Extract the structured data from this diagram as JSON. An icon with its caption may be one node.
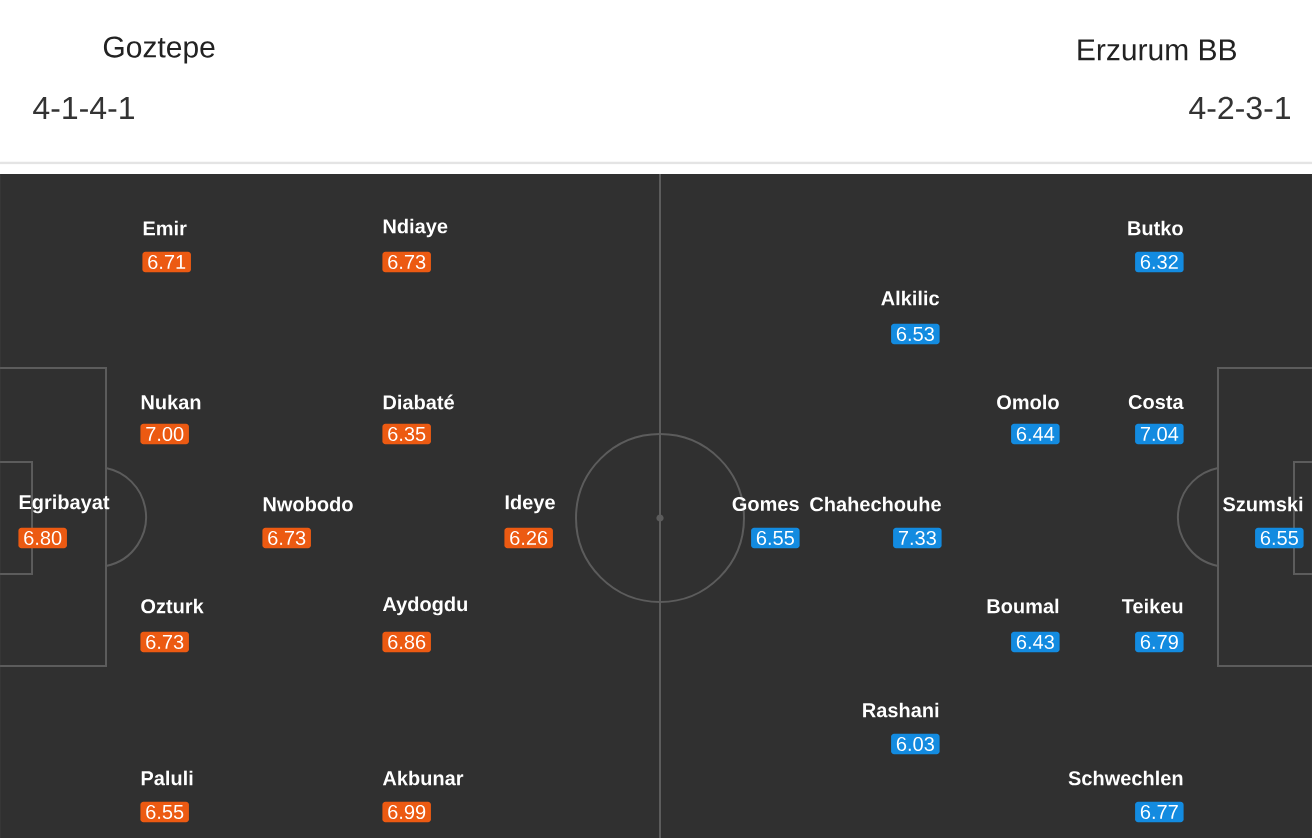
{
  "diagram": {
    "nodes": [
      {
        "text": [
          "Emir",
          "6.71"
        ]
      },
      {
        "text": [
          "Ndiaye",
          "6.73"
        ]
      },
      {
        "text": [
          "Nukan",
          "7.00"
        ]
      },
      {
        "text": [
          "Diabaté",
          "6.35"
        ]
      },
      {
        "text": [
          "Egribayat",
          "6.80"
        ]
      },
      {
        "text": [
          "Nwobodo",
          "6.73"
        ]
      },
      {
        "text": [
          "Ideye",
          "6.26"
        ]
      },
      {
        "text": [
          "Ozturk",
          "6.73"
        ]
      },
      {
        "text": [
          "Aydogdu",
          "6.86"
        ]
      },
      {
        "text": [
          "Paluli",
          "6.55"
        ]
      },
      {
        "text": [
          "Akbunar",
          "6.99"
        ]
      },
      {
        "text": [
          "Butko",
          "6.32"
        ]
      },
      {
        "text": [
          "Alkilic",
          "6.53"
        ]
      },
      {
        "text": [
          "Omolo",
          "6.44"
        ]
      },
      {
        "text": [
          "Costa",
          "7.04"
        ]
      },
      {
        "text": [
          "Gomes",
          "6.55"
        ]
      },
      {
        "text": [
          "Chahechouhe",
          "7.33"
        ]
      },
      {
        "text": [
          "Szumski",
          "6.55"
        ]
      },
      {
        "text": [
          "Boumal",
          "6.43"
        ]
      },
      {
        "text": [
          "Teikeu",
          "6.79"
        ]
      },
      {
        "text": [
          "Rashani",
          "6.03"
        ]
      },
      {
        "text": [
          "Schwechlen",
          "6.77"
        ]
      }
    ],
    "labels": [
      "Goztepe",
      "4-1-4-1",
      "Erzurum BB",
      "4-2-3-1"
    ]
  }
}
